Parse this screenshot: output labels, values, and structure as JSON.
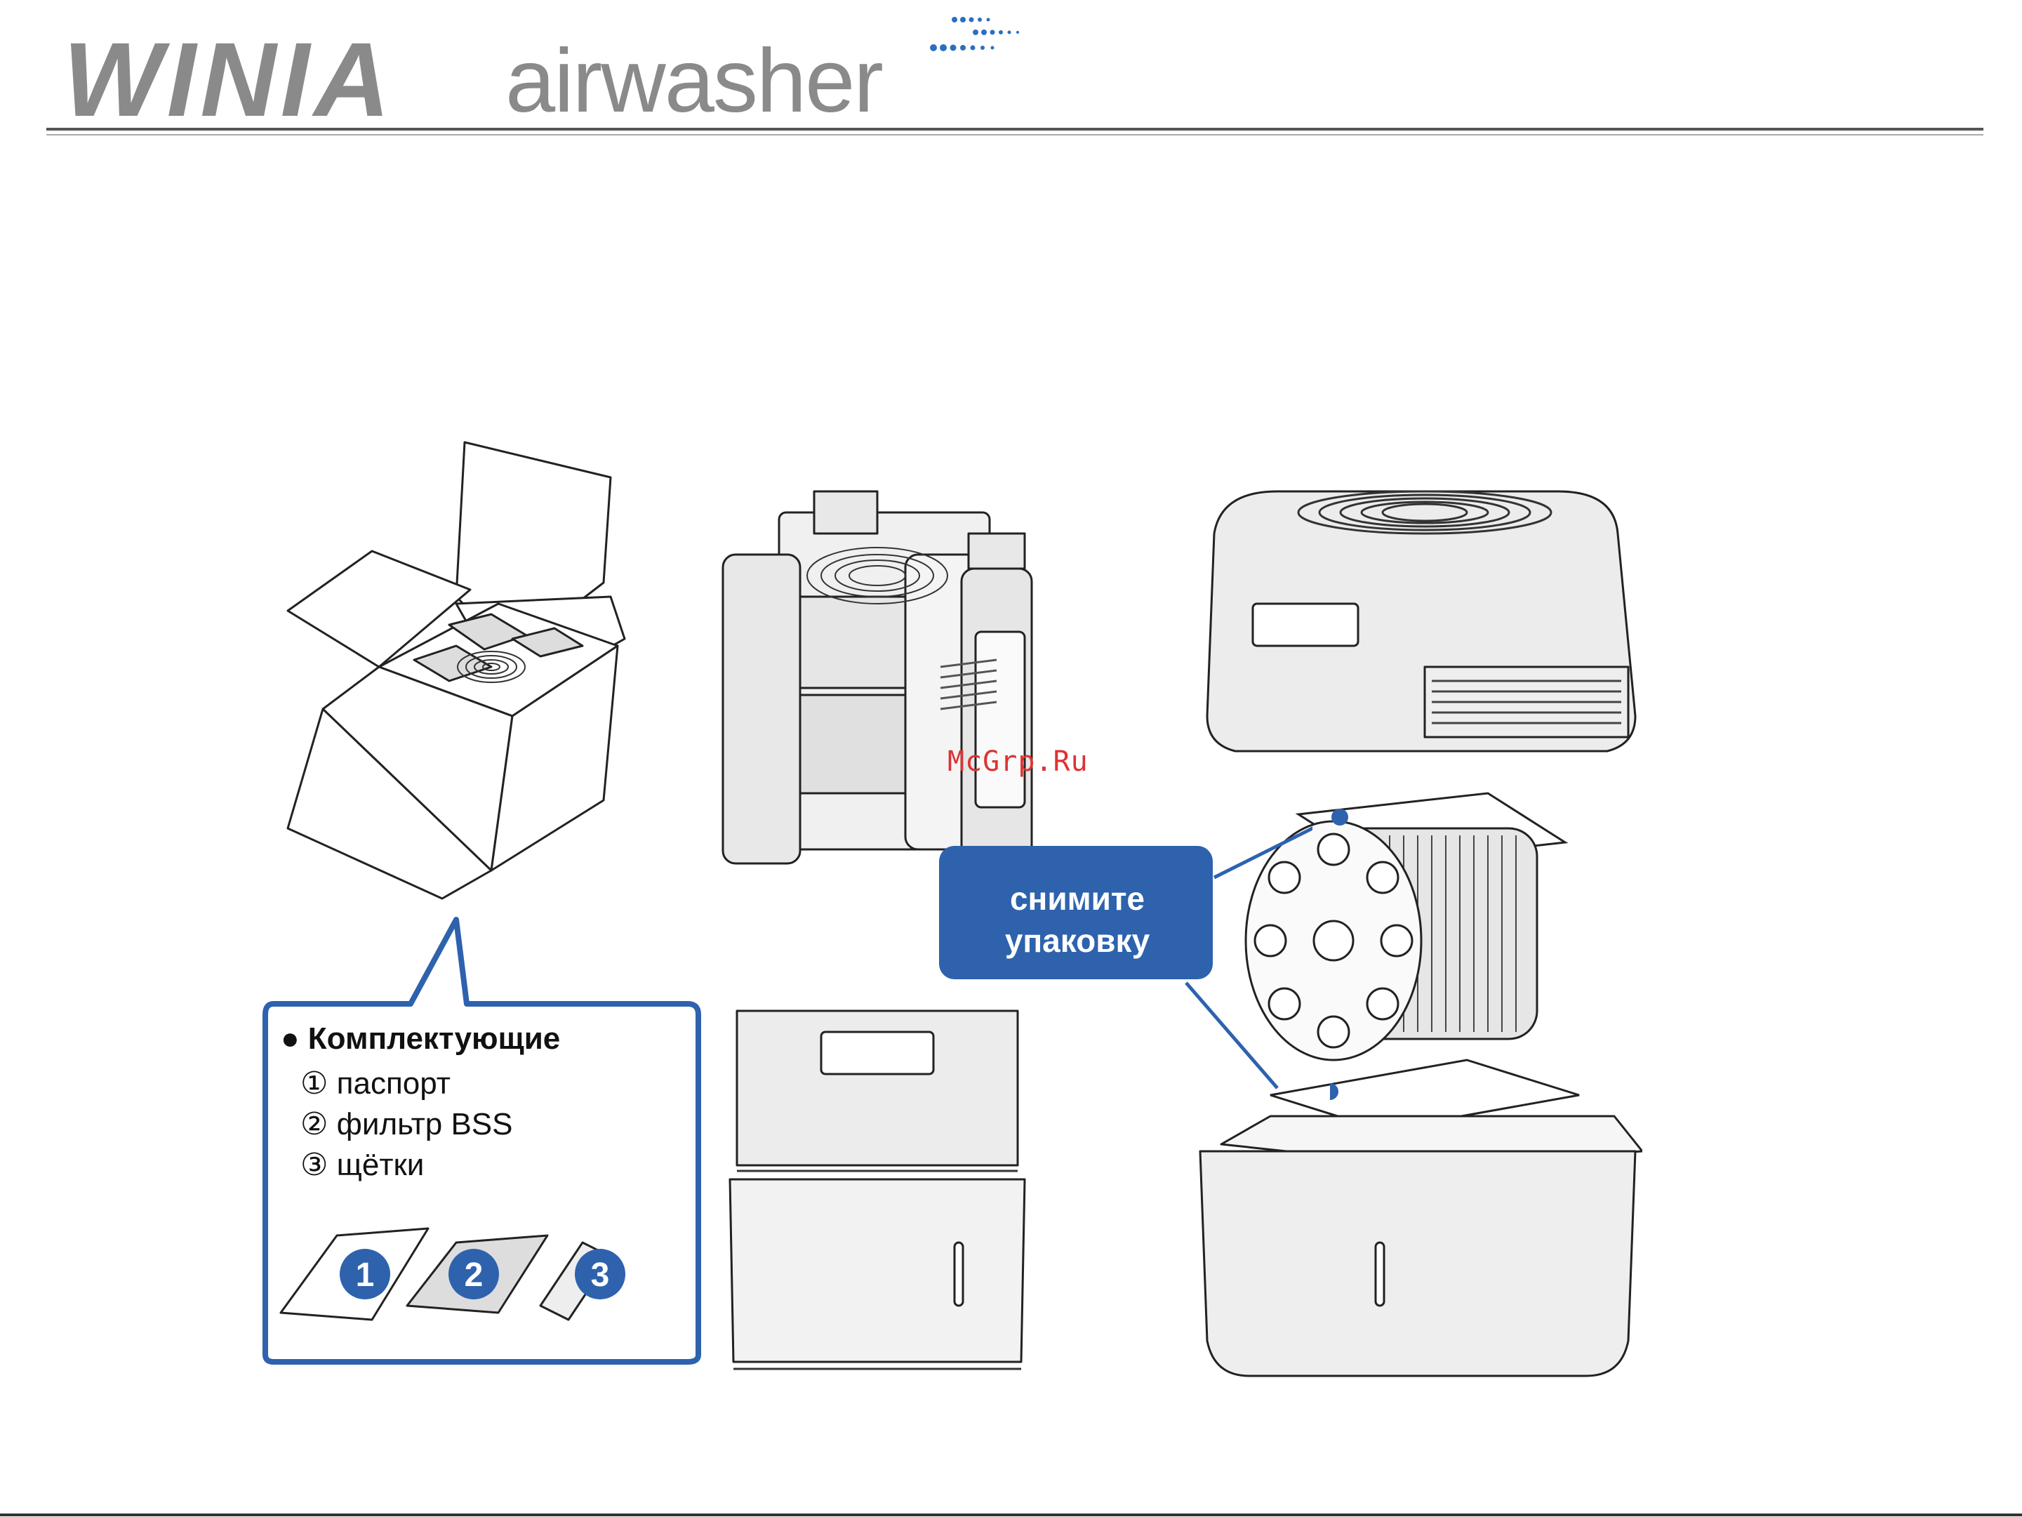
{
  "header": {
    "brand": "WINIA",
    "product": "airwasher"
  },
  "watermark": "McGrp.Ru",
  "callout": {
    "line1": "снимите",
    "line2": "упаковку"
  },
  "kit": {
    "title": "● Комплектующие",
    "items": [
      "① паспорт",
      "② фильтр BSS",
      "③ щётки"
    ],
    "badges": [
      "1",
      "2",
      "3"
    ]
  },
  "colors": {
    "accent": "#2e62ad",
    "logo_gray": "#8a8a8a",
    "dots_blue": "#2c6fc0"
  }
}
